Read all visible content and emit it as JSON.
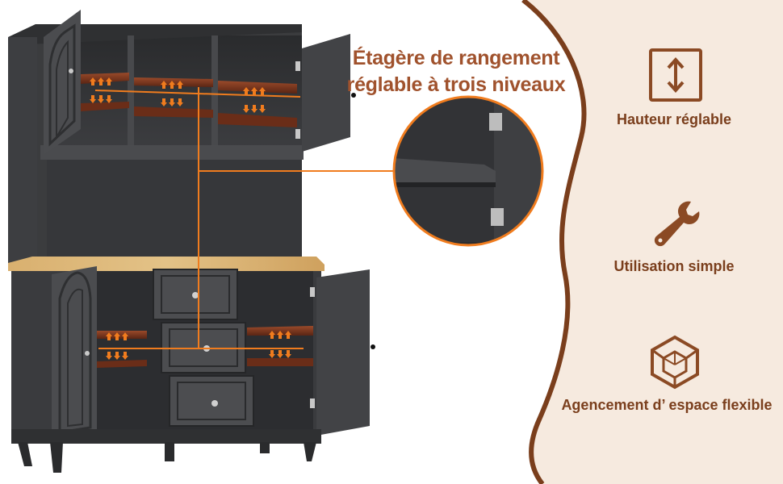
{
  "headline": {
    "line1": "Étagère de rangement",
    "line2": "réglable à trois niveaux"
  },
  "features": [
    {
      "label": "Hauteur réglable",
      "icon": "arrows-vertical-icon"
    },
    {
      "label": "Utilisation simple",
      "icon": "wrench-icon"
    },
    {
      "label": "Agencement d’ espace flexible",
      "icon": "cube-icon"
    }
  ],
  "colors": {
    "brand_brown": "#7a3e1c",
    "headline_brown": "#a0522d",
    "accent_orange": "#f07c1e",
    "cabinet_gray": "#3a3b3d",
    "background_beige": "#f6eadf",
    "wood_top": "#d8b070"
  }
}
